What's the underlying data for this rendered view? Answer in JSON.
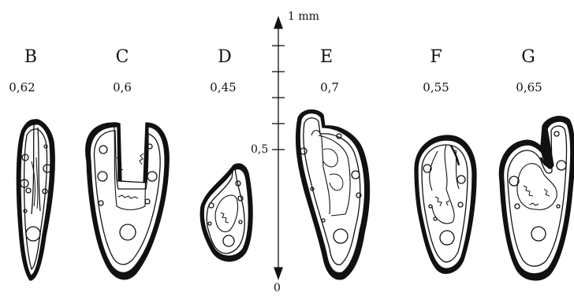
{
  "sections": [
    {
      "label": "B",
      "value": "0,62"
    },
    {
      "label": "C",
      "value": "0,6"
    },
    {
      "label": "D",
      "value": "0,45"
    },
    {
      "label": "E",
      "value": "0,7"
    },
    {
      "label": "F",
      "value": "0,55"
    },
    {
      "label": "G",
      "value": "0,65"
    }
  ],
  "scale": {
    "top_label": "1 mm",
    "mid_label": "0,5",
    "bottom_label": "0"
  }
}
